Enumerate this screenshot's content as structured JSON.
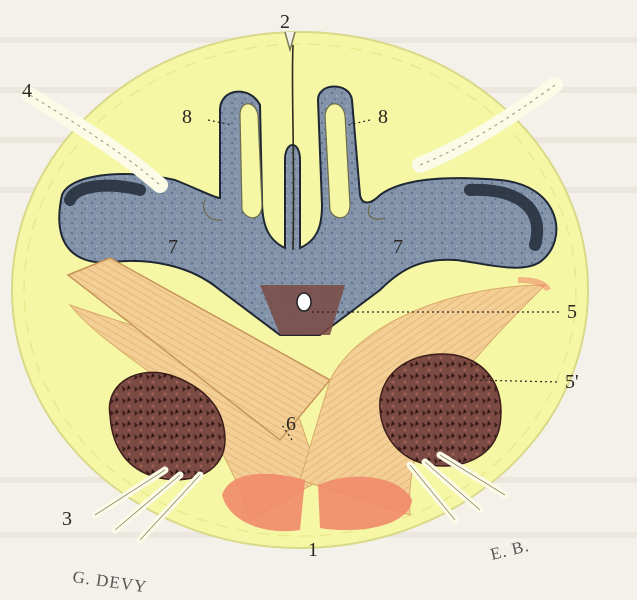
{
  "labels": {
    "central_canal": "5",
    "anterior_fissure": "1",
    "posterior_septum": "2",
    "left_dorsal_root": "4",
    "right_posterior_horn": "8",
    "left_posterior_horn": "8",
    "left_grey_area": "7",
    "right_grey_area": "7",
    "commissure": "6",
    "right_motor_nucleus": "5'",
    "left_ventral_root": "3"
  },
  "signatures": {
    "artist": "G. DEVY",
    "engraver": "E. B."
  },
  "colors": {
    "white_matter": "#f6f7a4",
    "grey_matter": "#7f8fa6",
    "grey_dark": "#2c3542",
    "fibre_bundle": "#f3cf95",
    "nucleus": "#6b3a35",
    "red_tint": "#ef8a6a"
  }
}
